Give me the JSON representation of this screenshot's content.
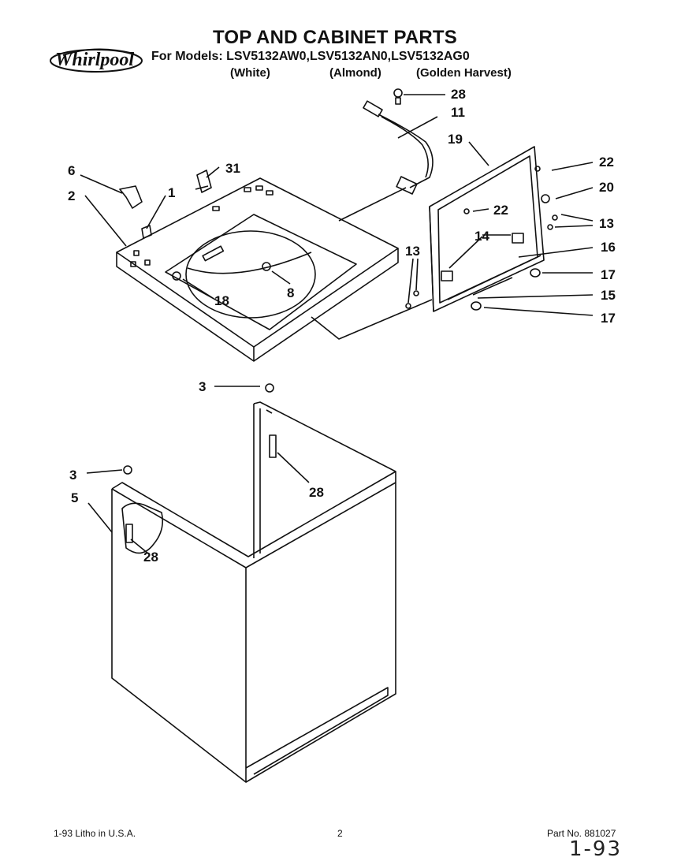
{
  "header": {
    "brand": "Whirlpool",
    "title": "TOP AND CABINET PARTS",
    "models_line": "For Models: LSV5132AW0,LSV5132AN0,LSV5132AG0",
    "variants": [
      "(White)",
      "(Almond)",
      "(Golden Harvest)"
    ]
  },
  "callouts": {
    "c1": "1",
    "c2": "2",
    "c3a": "3",
    "c3b": "3",
    "c5": "5",
    "c6": "6",
    "c8": "8",
    "c11": "11",
    "c13a": "13",
    "c13b": "13",
    "c14": "14",
    "c15": "15",
    "c16": "16",
    "c17a": "17",
    "c17b": "17",
    "c18": "18",
    "c19": "19",
    "c20": "20",
    "c22a": "22",
    "c22b": "22",
    "c28a": "28",
    "c28b": "28",
    "c28c": "28",
    "c31": "31"
  },
  "footer": {
    "litho": "1-93 Litho in U.S.A.",
    "page": "2",
    "part_no": "Part No. 881027",
    "handwritten": "1-93"
  }
}
